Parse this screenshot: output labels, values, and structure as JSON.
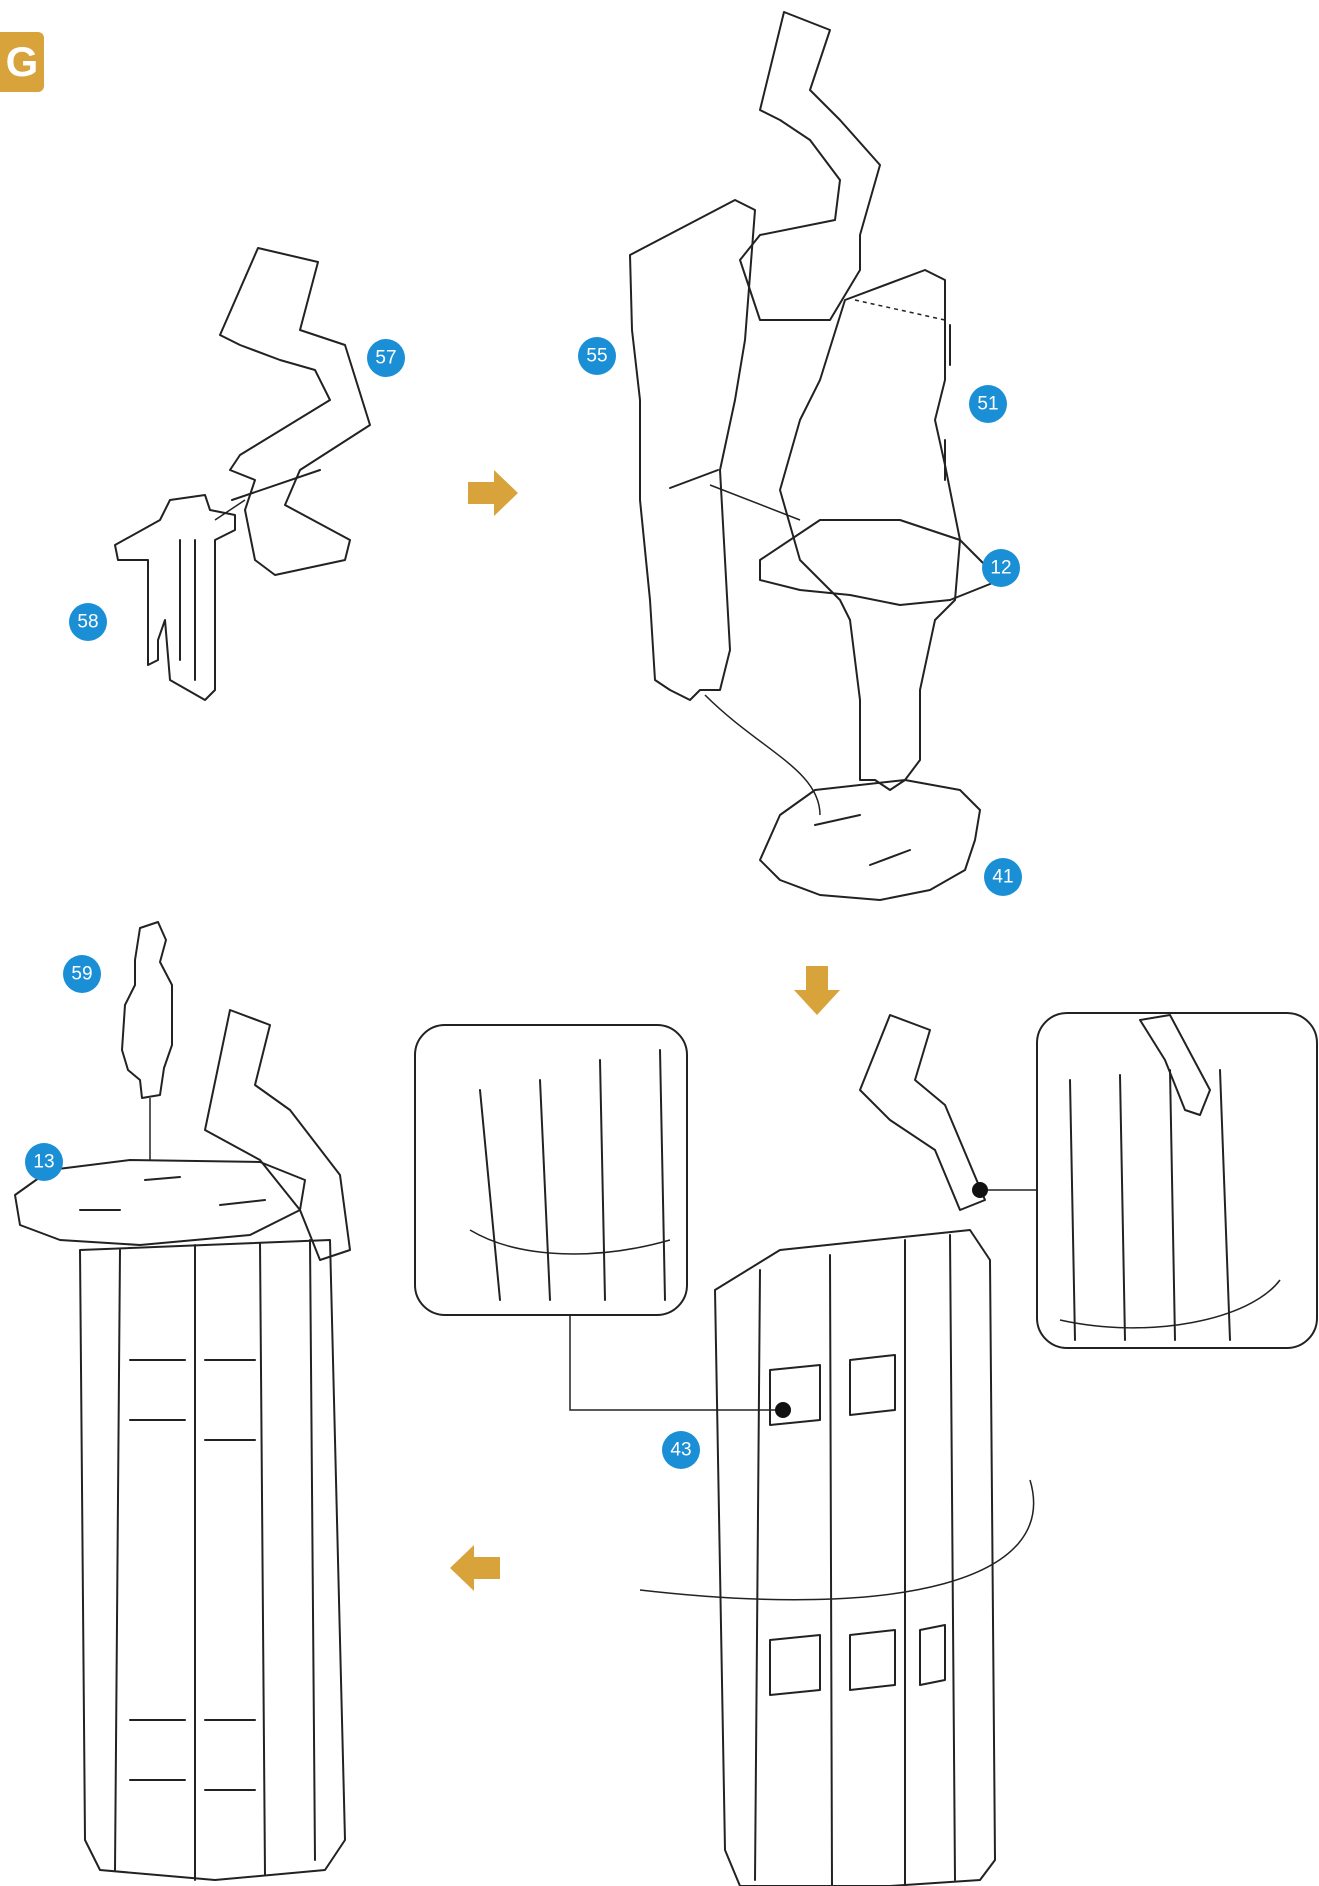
{
  "step_label": "G",
  "part_numbers": {
    "p57": "57",
    "p58": "58",
    "p55": "55",
    "p51": "51",
    "p12": "12",
    "p41": "41",
    "p59": "59",
    "p13": "13",
    "p43": "43"
  },
  "colors": {
    "badge": "#d8a33a",
    "marker": "#1b8fd6",
    "arrow": "#d8a33a",
    "yellow_part": "#f6efaa",
    "orange_part": "#f7c69d",
    "purple_part": "#a9a3d6",
    "salmon_part": "#f3a893",
    "green_part": "#bfe3cb"
  },
  "flow_arrows": [
    "arrow-right",
    "arrow-down",
    "arrow-left"
  ]
}
